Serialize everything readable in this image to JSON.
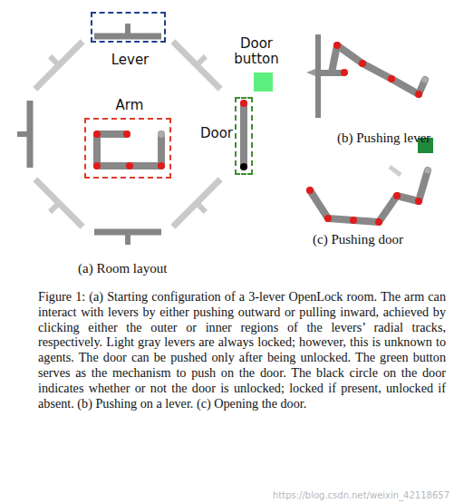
{
  "diagram": {
    "caption": "Figure 1: (a) Starting configuration of a 3-lever OpenLock room. The arm can interact with levers by either pushing outward or pulling inward, achieved by clicking either the outer or inner regions of the levers’ radial tracks, respectively. Light gray levers are always locked; however, this is unknown to agents. The door can be pushed only after being unlocked. The green button serves as the mechanism to push on the door. The black circle on the door indicates whether or not the door is unlocked; locked if present, unlocked if absent. (b) Pushing on a lever. (c) Opening the door.",
    "nodes": [
      {
        "text": [
          "Lever"
        ]
      },
      {
        "text": [
          "Door button"
        ]
      },
      {
        "text": [
          "Arm"
        ]
      },
      {
        "text": [
          "Door"
        ]
      }
    ],
    "labels": [
      "(b) Pushing lever",
      "(c) Pushing door",
      "(a) Room layout",
      "https://blog.csdn.net/weixin_42118657"
    ]
  }
}
